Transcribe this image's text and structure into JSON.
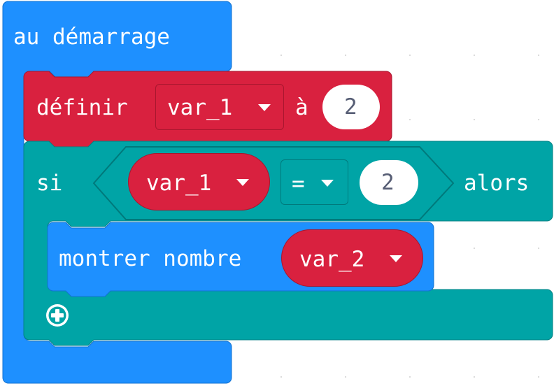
{
  "blocks": {
    "on_start": {
      "label": "au démarrage",
      "color": "#1e90ff"
    },
    "set_var": {
      "label": "définir",
      "variable": "var_1",
      "to_label": "à",
      "value": "2",
      "color": "#d9213f"
    },
    "if_block": {
      "if_label": "si",
      "then_label": "alors",
      "color": "#00a4a6",
      "condition": {
        "left_variable": "var_1",
        "operator": "=",
        "right_value": "2"
      },
      "add_icon": "plus-circle-icon"
    },
    "show_number": {
      "label": "montrer nombre",
      "variable": "var_2",
      "color": "#1e90ff"
    }
  },
  "colors": {
    "variable_red": "#d9213f",
    "logic_teal": "#00a4a6",
    "basic_blue": "#1e90ff"
  }
}
